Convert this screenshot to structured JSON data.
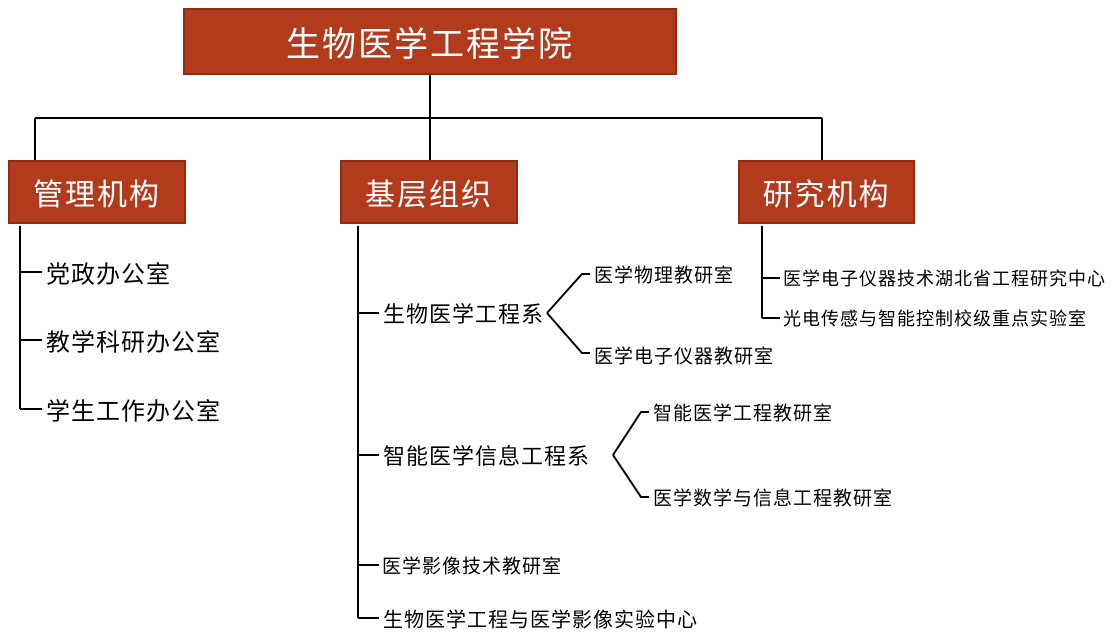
{
  "colors": {
    "box_bg": "#b23a1d",
    "box_border": "#8f2c11",
    "line": "#000000",
    "text": "#000000",
    "box_text": "#ffffff"
  },
  "root": {
    "label": "生物医学工程学院"
  },
  "management": {
    "label": "管理机构",
    "items": [
      "党政办公室",
      "教学科研办公室",
      "学生工作办公室"
    ]
  },
  "grassroots": {
    "label": "基层组织",
    "dept1": {
      "label": "生物医学工程系",
      "items": [
        "医学物理教研室",
        "医学电子仪器教研室"
      ]
    },
    "dept2": {
      "label": "智能医学信息工程系",
      "items": [
        "智能医学工程教研室",
        "医学数学与信息工程教研室"
      ]
    },
    "item3": "医学影像技术教研室",
    "item4": "生物医学工程与医学影像实验中心"
  },
  "research": {
    "label": "研究机构",
    "items": [
      "医学电子仪器技术湖北省工程研究中心",
      "光电传感与智能控制校级重点实验室"
    ]
  }
}
